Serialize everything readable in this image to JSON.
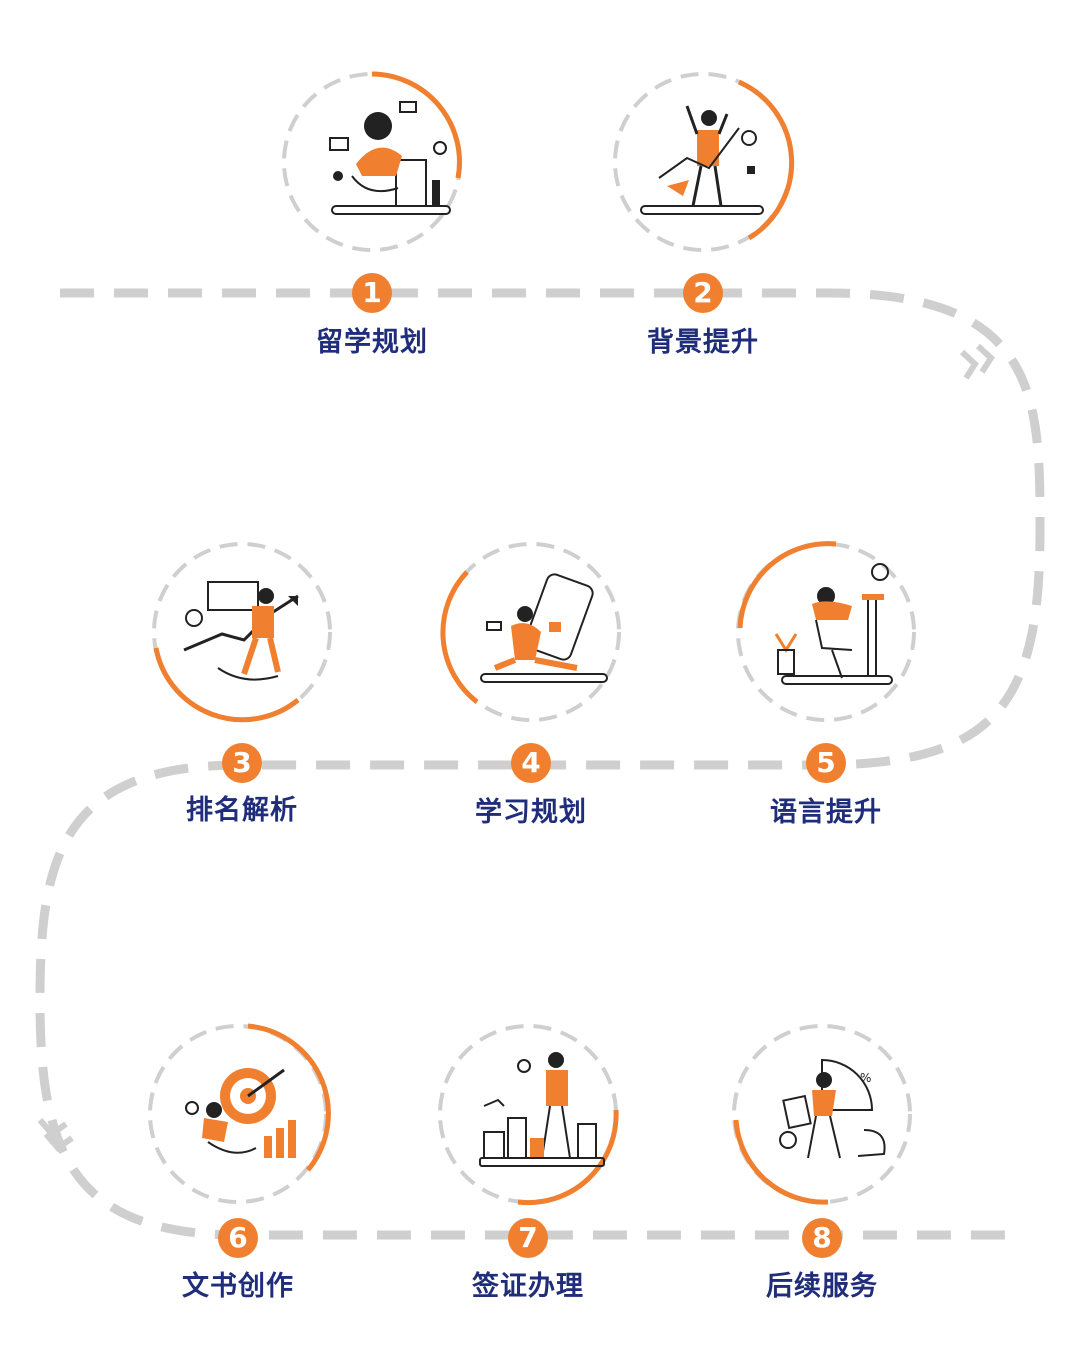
{
  "colors": {
    "accent": "#f07f2f",
    "label": "#1f2d7a",
    "path": "#cfcfcf",
    "ring_dash": "#cfcfcf",
    "illustration_dark": "#222222"
  },
  "steps": [
    {
      "number": "1",
      "label": "留学规划",
      "icon": "study-planning-illustration"
    },
    {
      "number": "2",
      "label": "背景提升",
      "icon": "background-boost-illustration"
    },
    {
      "number": "3",
      "label": "排名解析",
      "icon": "ranking-analysis-illustration"
    },
    {
      "number": "4",
      "label": "学习规划",
      "icon": "learning-plan-illustration"
    },
    {
      "number": "5",
      "label": "语言提升",
      "icon": "language-boost-illustration"
    },
    {
      "number": "6",
      "label": "文书创作",
      "icon": "essay-writing-illustration"
    },
    {
      "number": "7",
      "label": "签证办理",
      "icon": "visa-processing-illustration"
    },
    {
      "number": "8",
      "label": "后续服务",
      "icon": "follow-up-service-illustration"
    }
  ]
}
